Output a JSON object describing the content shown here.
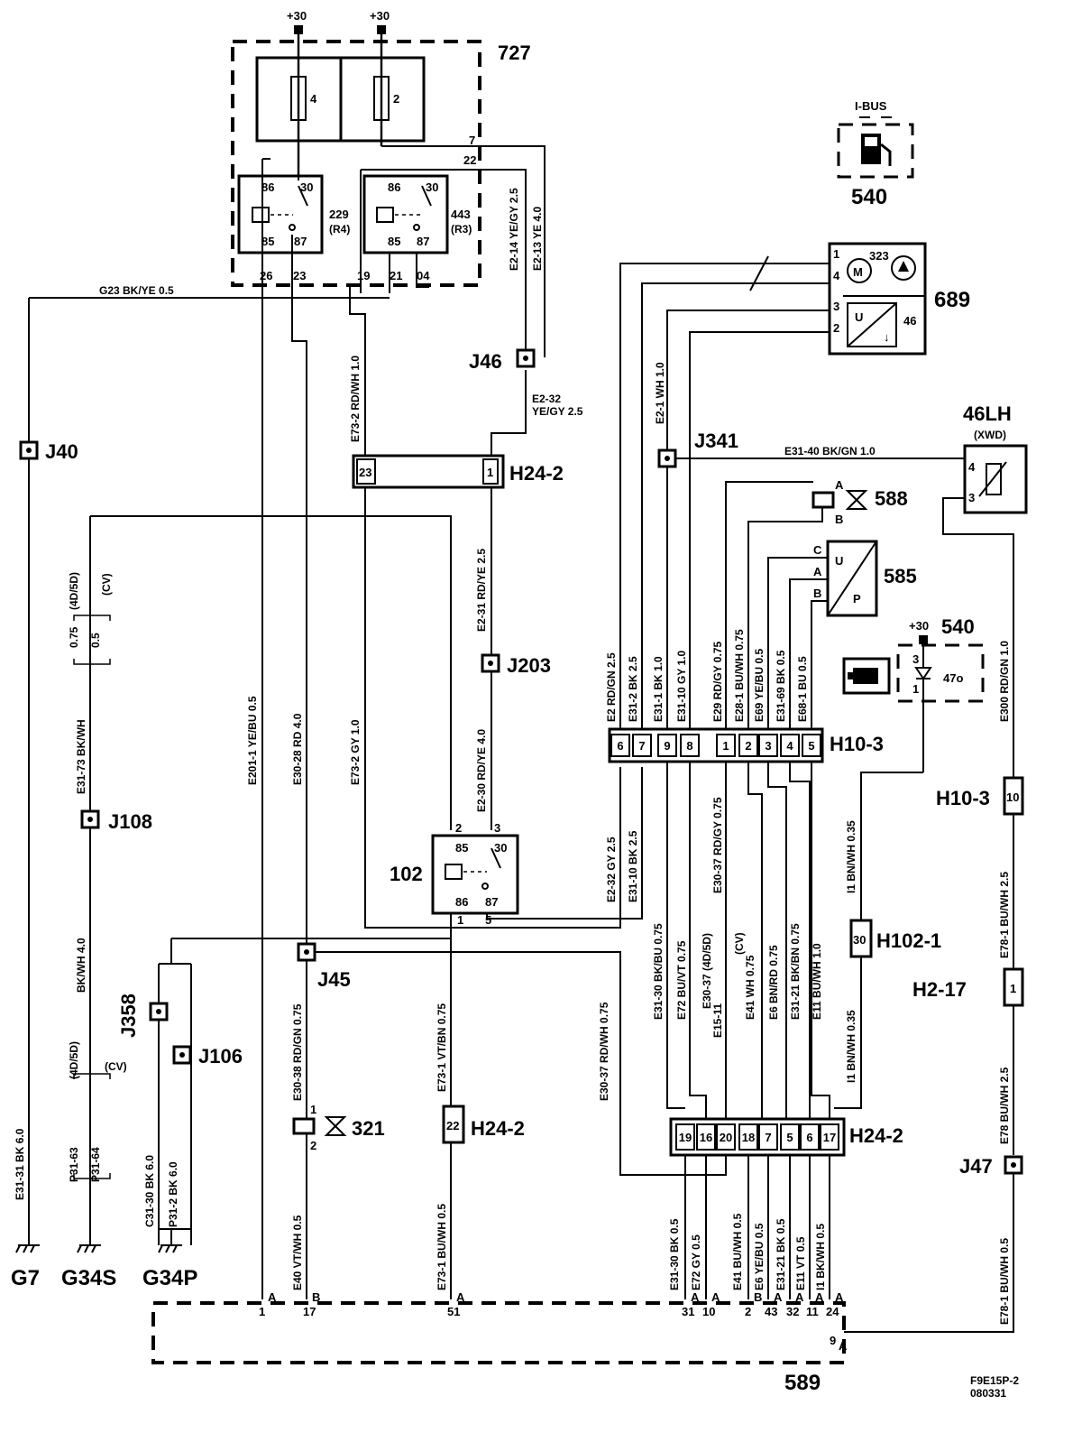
{
  "components": {
    "c727": "727",
    "c229": "229",
    "c229r": "(R4)",
    "c443": "443",
    "c443r": "(R3)",
    "c540a": "540",
    "c540b": "540",
    "c689": "689",
    "c323": "323",
    "c46": "46",
    "c46lh": "46LH",
    "c46lh_sub": "(XWD)",
    "c588": "588",
    "c585": "585",
    "c102": "102",
    "c321": "321",
    "c589": "589",
    "c47o": "47o",
    "ibus": "I-BUS"
  },
  "connectors": {
    "j40": "J40",
    "j46": "J46",
    "j341": "J341",
    "j203": "J203",
    "j108": "J108",
    "j45": "J45",
    "j358": "J358",
    "j106": "J106",
    "j47": "J47",
    "h24_2_top": "H24-2",
    "h24_2_mid": "H24-2",
    "h24_2_bot": "H24-2",
    "h10_3a": "H10-3",
    "h10_3b": "H10-3",
    "h102_1": "H102-1",
    "h2_17": "H2-17"
  },
  "grounds": {
    "g7": "G7",
    "g34s": "G34S",
    "g34p": "G34P"
  },
  "supply": {
    "p30a": "+30",
    "p30b": "+30",
    "p30c": "+30"
  },
  "fuses": {
    "f4": "4",
    "f2": "2"
  },
  "relay_pins": {
    "p86": "86",
    "p30": "30",
    "p85": "85",
    "p87": "87"
  },
  "pins": {
    "b26": "26",
    "b23": "23",
    "b19": "19",
    "b21": "21",
    "b04": "04",
    "b7": "7",
    "b22": "22",
    "h23": "23",
    "h1": "1",
    "m1": "1",
    "m4": "4",
    "m3": "3",
    "m2": "2",
    "lh4": "4",
    "lh3": "3",
    "v588a": "A",
    "v588b": "B",
    "p585c": "C",
    "p585a": "A",
    "p585b": "B",
    "h10": [
      "6",
      "7",
      "9",
      "8",
      "1",
      "2",
      "3",
      "4",
      "5"
    ],
    "h10b": "10",
    "r102_2": "2",
    "r102_3": "3",
    "r102_1": "1",
    "r102_5": "5",
    "h102": "30",
    "h217": "1",
    "s321_1": "1",
    "s321_2": "2",
    "h24b": "22",
    "h24c": [
      "19",
      "16",
      "20",
      "18",
      "7",
      "5",
      "6",
      "17"
    ],
    "ecu_pins": [
      "1",
      "17",
      "51",
      "31",
      "10",
      "2",
      "43",
      "32",
      "11",
      "24",
      "9"
    ],
    "ecu_ab": [
      "A",
      "B",
      "A",
      "A",
      "A",
      "B",
      "A",
      "A",
      "A",
      "A",
      "A"
    ],
    "lamp3": "3",
    "lamp1": "1"
  },
  "wire_labels": {
    "g23": "G23 BK/YE 0.5",
    "e2_14": "E2-14 YE/GY 2.5",
    "e2_13": "E2-13 YE 4.0",
    "e2_32a": "E2-32",
    "e2_32a2": "YE/GY 2.5",
    "e73_2a": "E73-2 RD/WH 1.0",
    "e201": "E201-1 YE/BU 0.5",
    "e30_28": "E30-28 RD 4.0",
    "e73_2b": "E73-2 GY 1.0",
    "e2_31": "E2-31 RD/YE 2.5",
    "e2_30": "E2-30 RD/YE 4.0",
    "e2": "E2 RD/GN 2.5",
    "e31_2": "E31-2 BK 2.5",
    "e31_1": "E31-1 BK 1.0",
    "e31_10": "E31-10 GY 1.0",
    "e29": "E29 RD/GY 0.75",
    "e28": "E28-1 BU/WH 0.75",
    "e69": "E69 YE/BU 0.5",
    "e31_69": "E31-69 BK 0.5",
    "e68": "E68-1 BU 0.5",
    "e2_1": "E2-1 WH 1.0",
    "e31_40": "E31-40 BK/GN 1.0",
    "e300": "E300 RD/GN 1.0",
    "e31_73": "E31-73 BK/WH",
    "wv1": "0.75",
    "wv2": "0.5",
    "var1": "(4D/5D)",
    "var2": "(CV)",
    "e2_32b": "E2-32 GY 2.5",
    "e31_10b": "E31-10 BK 2.5",
    "e31_30": "E31-30 BK/BU 0.75",
    "e72": "E72 BU/VT 0.75",
    "e30_37v": "E30-37 RD/GY 0.75",
    "e15_11": "E15-11",
    "e30_37": "E30-37",
    "e41": "E41 WH 0.75",
    "e6": "E6 BN/RD 0.75",
    "e31_21": "E31-21 BK/BN 0.75",
    "e11": "E11 BU/WH 1.0",
    "i1a": "I1 BN/WH 0.35",
    "i1b": "I1 BN/WH 0.35",
    "e78_1a": "E78-1 BU/WH 2.5",
    "e78": "E78 BU/WH 2.5",
    "e78_1b": "E78-1 BU/WH 0.5",
    "bkwh4": "BK/WH 4.0",
    "e30_38": "E30-38 RD/GN 0.75",
    "e73_1": "E73-1 VT/BN 0.75",
    "e30_37b": "E30-37 RD/WH 0.75",
    "e31_31": "E31-31 BK 6.0",
    "p31_63": "P31-63",
    "p31_64": "P31-64",
    "c31_30": "C31-30 BK 6.0",
    "p31_2": "P31-2 BK 6.0",
    "e40": "E40 VT/WH 0.5",
    "e73_1b": "E73-1 BU/WH 0.5",
    "b_e31_30": "E31-30 BK 0.5",
    "b_e72": "E72 GY 0.5",
    "b_e41": "E41 BU/WH 0.5",
    "b_e6": "E6 YE/BU 0.5",
    "b_e31_21": "E31-21 BK 0.5",
    "b_e11": "E11 VT 0.5",
    "b_i1": "I1 BK/WH 0.5",
    "e15_var": "(4D/5D)",
    "e15_cv": "(CV)"
  },
  "footer": {
    "code": "F9E15P-2",
    "date": "080331"
  }
}
